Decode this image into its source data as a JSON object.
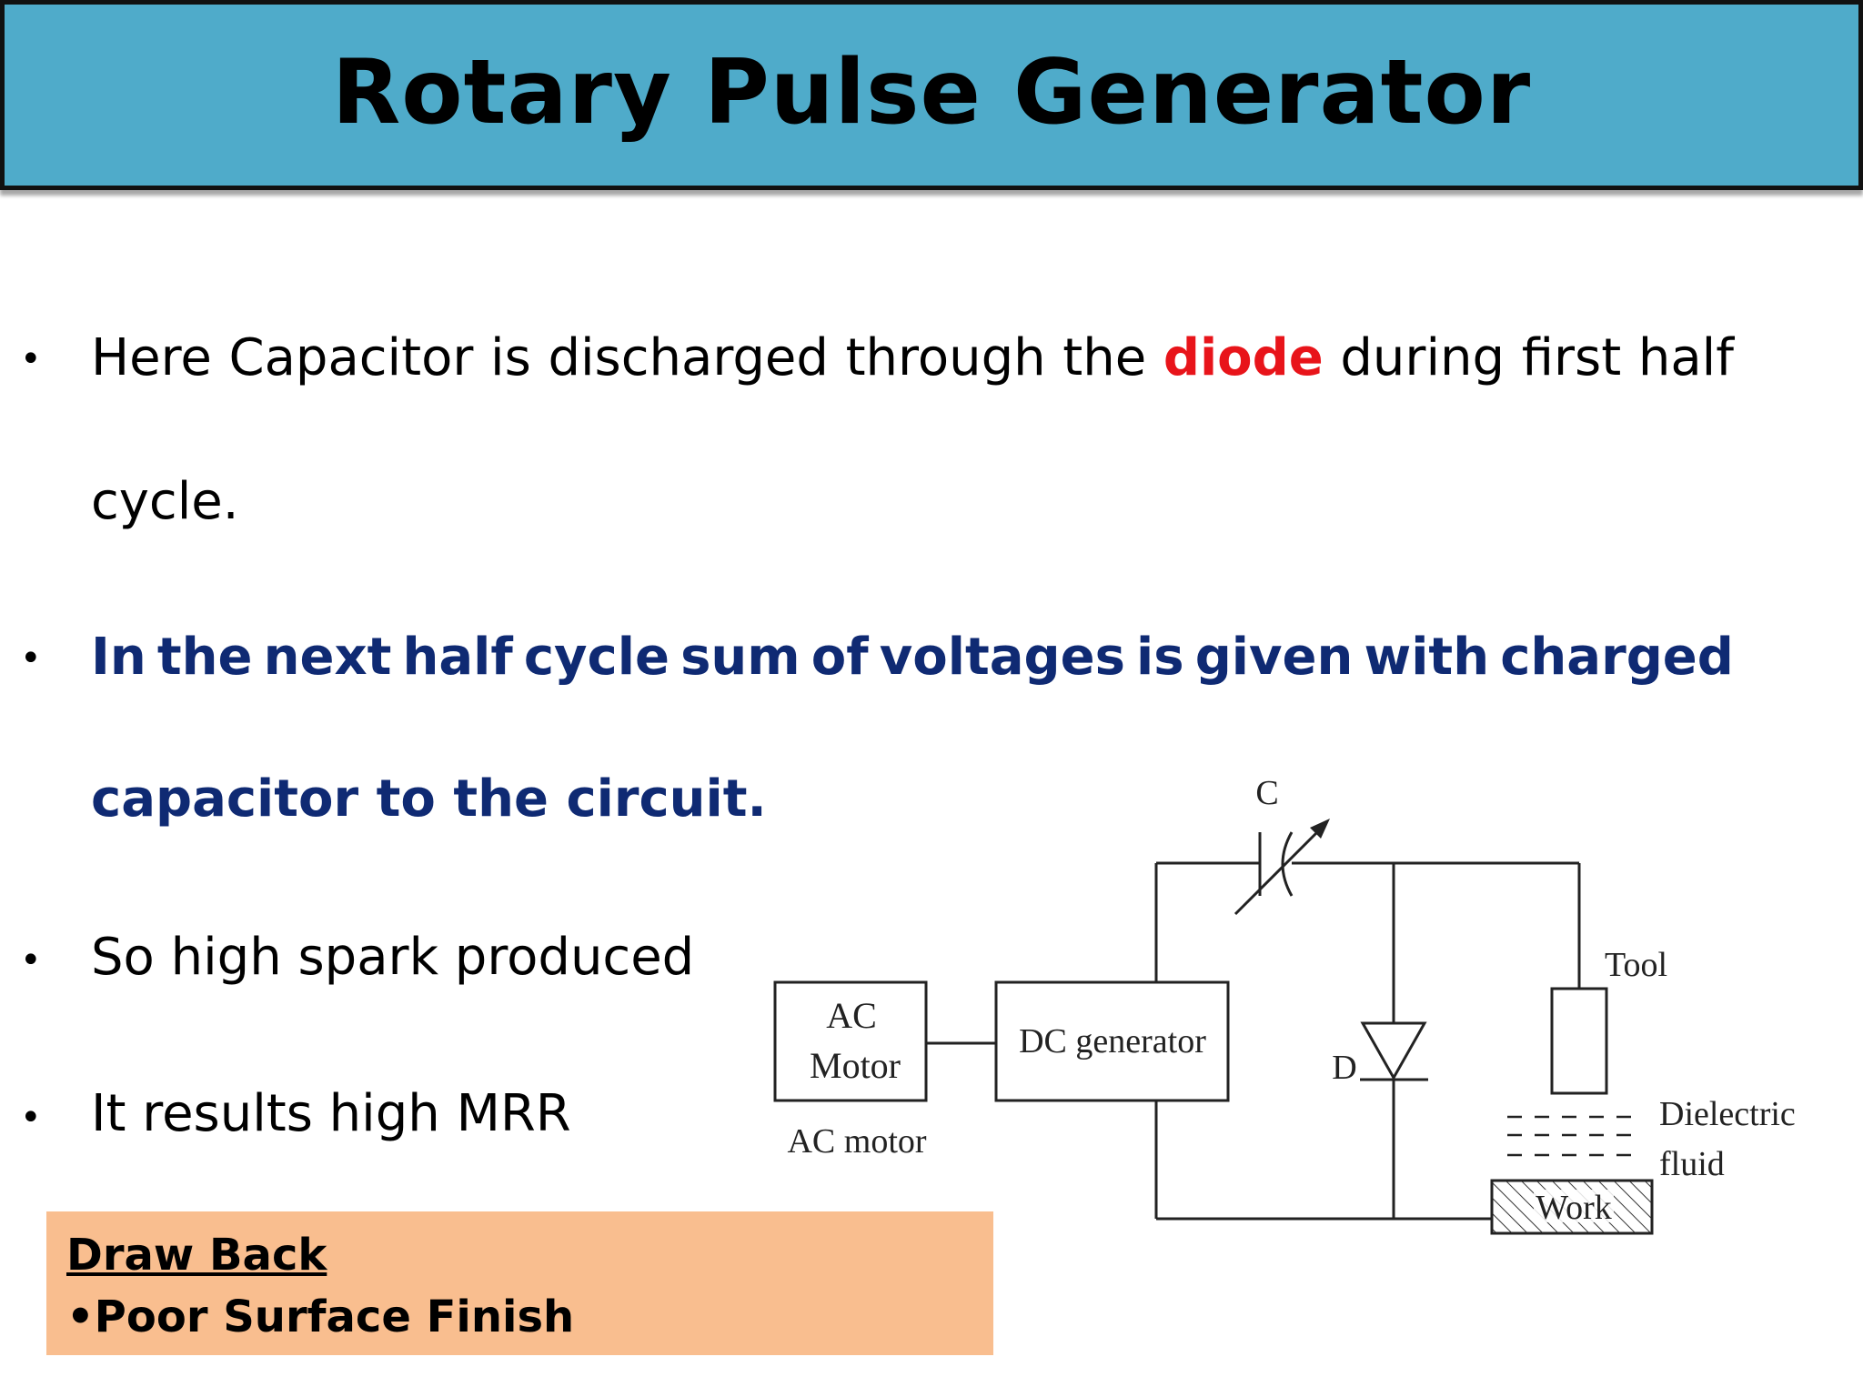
{
  "slide": {
    "title": "Rotary Pulse Generator",
    "bullets": [
      {
        "line1": [
          "Here",
          "Capacitor",
          "is",
          "discharged",
          "through",
          "the",
          "diode",
          "during",
          "first",
          "half"
        ],
        "line2": "cycle."
      },
      {
        "line1": [
          "In",
          "the",
          "next",
          "half",
          "cycle",
          "sum",
          "of",
          "voltages",
          "is",
          "given",
          "with",
          "charged"
        ],
        "line2": "capacitor to the circuit."
      },
      {
        "text": "So high spark produced"
      },
      {
        "text": "It results high MRR"
      }
    ],
    "bullet_symbol": "•",
    "highlight_color": "#e8141a",
    "emphasis_color": "#0f2a73",
    "drawback": {
      "heading": "Draw Back",
      "item": "•Poor Surface Finish",
      "background": "#f9be8f"
    }
  },
  "diagram": {
    "ac_motor_box_line1": "AC",
    "ac_motor_box_line2": "Motor",
    "ac_motor_caption": "AC motor",
    "dc_generator": "DC generator",
    "capacitor": "C",
    "diode": "D",
    "tool": "Tool",
    "dielectric_line1": "Dielectric",
    "dielectric_line2": "fluid",
    "work": "Work"
  }
}
